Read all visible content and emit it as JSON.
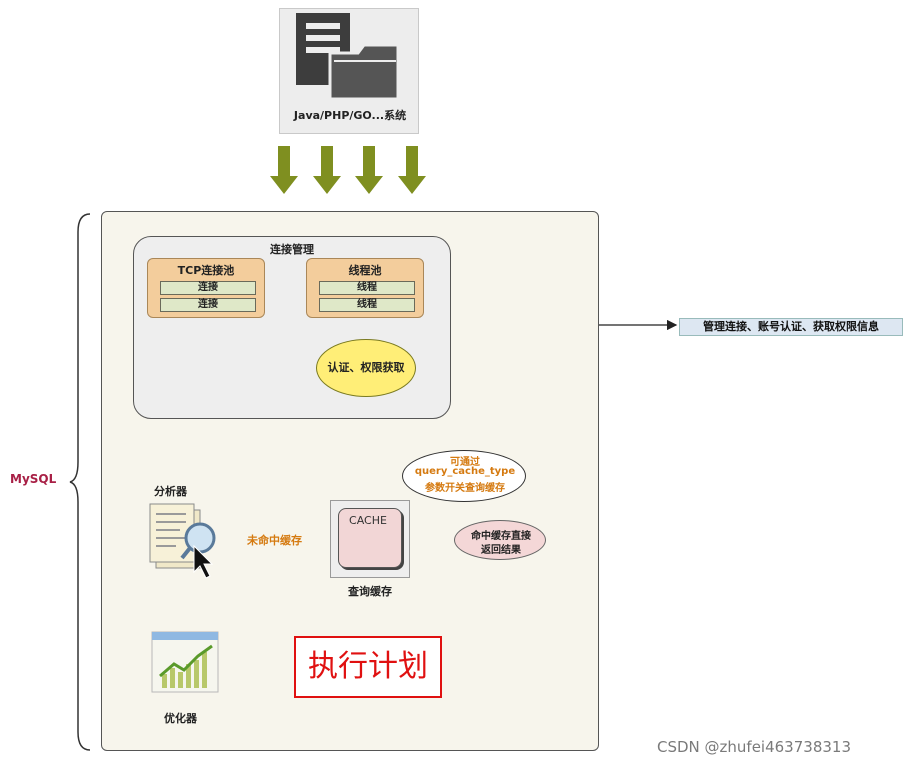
{
  "app_system": {
    "label": "Java/PHP/GO...系统"
  },
  "mysql": {
    "label": "MySQL"
  },
  "connection_manager": {
    "title": "连接管理",
    "tcp_pool": {
      "title": "TCP连接池",
      "slots": [
        "连接",
        "连接"
      ]
    },
    "thread_pool": {
      "title": "线程池",
      "slots": [
        "线程",
        "线程"
      ]
    },
    "auth": "认证、权限获取",
    "description": "管理连接、账号认证、获取权限信息"
  },
  "query_cache": {
    "box_text": "CACHE",
    "caption": "查询缓存",
    "note": [
      "可通过",
      "query_cache_type",
      "参数开关查询缓存"
    ],
    "hit": [
      "命中缓存直接",
      "返回结果"
    ],
    "miss": "未命中缓存"
  },
  "analyzer": {
    "title": "分析器"
  },
  "optimizer": {
    "title": "优化器"
  },
  "execution_plan": {
    "label": "执行计划"
  },
  "watermark": "CSDN @zhufei463738313",
  "colors": {
    "arrow_green": "#7f8f20",
    "panel_bg": "#f7f5ec",
    "pool_orange": "#f3cd9c",
    "auth_yellow": "#ffee77",
    "plan_red": "#e01010",
    "mysql_label": "#a81f45",
    "note_orange": "#d57a10"
  },
  "icons": [
    "folder-icon",
    "document-magnifier-icon",
    "chart-window-icon",
    "cursor-icon"
  ]
}
